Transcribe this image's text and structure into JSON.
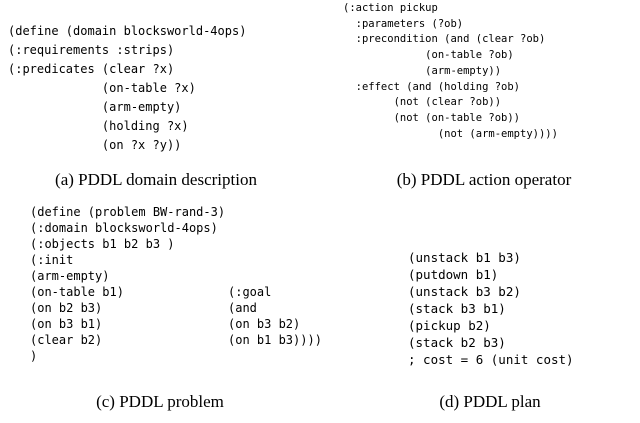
{
  "panels": {
    "a": {
      "code": "(define (domain blocksworld-4ops)\n(:requirements :strips)\n(:predicates (clear ?x)\n             (on-table ?x)\n             (arm-empty)\n             (holding ?x)\n             (on ?x ?y))",
      "caption": "(a) PDDL domain description"
    },
    "b": {
      "code": "(:action pickup\n  :parameters (?ob)\n  :precondition (and (clear ?ob)\n             (on-table ?ob)\n             (arm-empty))\n  :effect (and (holding ?ob)\n        (not (clear ?ob))\n        (not (on-table ?ob))\n               (not (arm-empty))))",
      "caption": "(b) PDDL action operator"
    },
    "c": {
      "code_left": "(define (problem BW-rand-3)\n(:domain blocksworld-4ops)\n(:objects b1 b2 b3 )\n(:init\n(arm-empty)\n(on-table b1)\n(on b2 b3)\n(on b3 b1)\n(clear b2)\n)",
      "code_right": "(:goal\n(and\n(on b3 b2)\n(on b1 b3))))",
      "caption": "(c) PDDL problem"
    },
    "d": {
      "code": "(unstack b1 b3)\n(putdown b1)\n(unstack b3 b2)\n(stack b3 b1)\n(pickup b2)\n(stack b2 b3)\n; cost = 6 (unit cost)",
      "caption": "(d) PDDL plan"
    }
  },
  "colors": {
    "background": "#ffffff",
    "text": "#000000"
  }
}
